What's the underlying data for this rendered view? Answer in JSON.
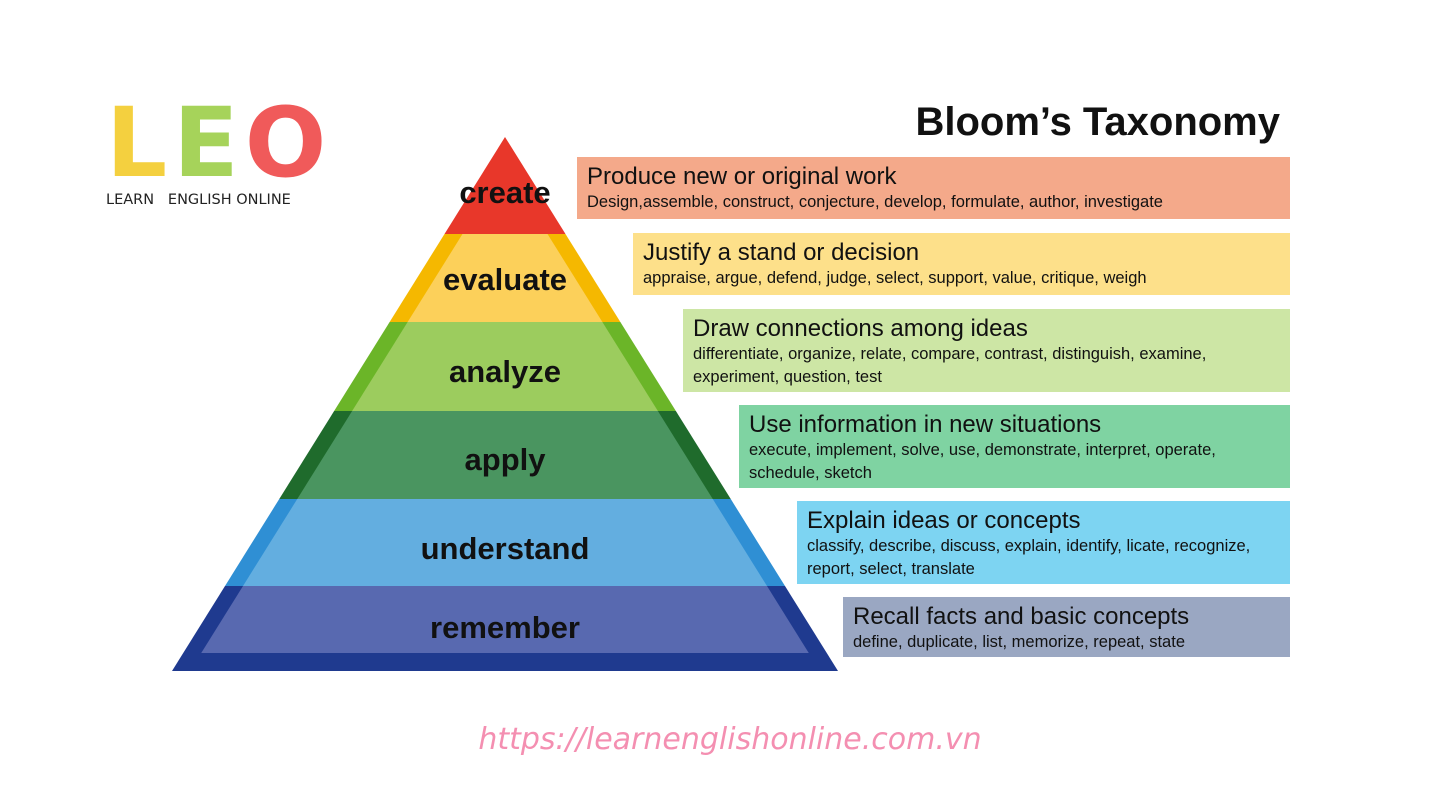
{
  "logo": {
    "letters": [
      {
        "char": "L",
        "color": "#f4d03f"
      },
      {
        "char": "E",
        "color": "#a6d35a"
      },
      {
        "char": "O",
        "color": "#f05a5a"
      }
    ],
    "subtitle": "LEARN   ENGLISH ONLINE"
  },
  "title": "Bloom’s Taxonomy",
  "levels": [
    {
      "label": "create",
      "color": "#e8372a",
      "edge": "#e8372a",
      "box_color": "#f4a98a",
      "heading": "Produce new or original work",
      "verbs": "Design,assemble, construct, conjecture, develop, formulate, author, investigate"
    },
    {
      "label": "evaluate",
      "color": "#fcd05a",
      "edge": "#f5b800",
      "box_color": "#fde08a",
      "heading": "Justify a stand or decision",
      "verbs": "appraise, argue, defend, judge, select, support, value, critique, weigh"
    },
    {
      "label": "analyze",
      "color": "#9ccc5e",
      "edge": "#6bb528",
      "box_color": "#cde6a5",
      "heading": "Draw connections among ideas",
      "verbs": "differentiate, organize, relate, compare, contrast, distinguish, examine, experiment, question, test"
    },
    {
      "label": "apply",
      "color": "#4a9560",
      "edge": "#1f6b2c",
      "box_color": "#7fd3a2",
      "heading": "Use information in new situations",
      "verbs": "execute, implement, solve, use, demonstrate, interpret, operate, schedule, sketch"
    },
    {
      "label": "understand",
      "color": "#63aee0",
      "edge": "#2f8fd4",
      "box_color": "#7dd4f2",
      "heading": "Explain ideas or concepts",
      "verbs": "classify, describe, discuss, explain, identify, licate, recognize, report, select, translate"
    },
    {
      "label": "remember",
      "color": "#5869b0",
      "edge": "#1f3a8f",
      "box_color": "#9aa7c2",
      "heading": "Recall facts and basic concepts",
      "verbs": "define, duplicate, list, memorize, repeat, state"
    }
  ],
  "footer_url": "https://learnenglishonline.com.vn"
}
